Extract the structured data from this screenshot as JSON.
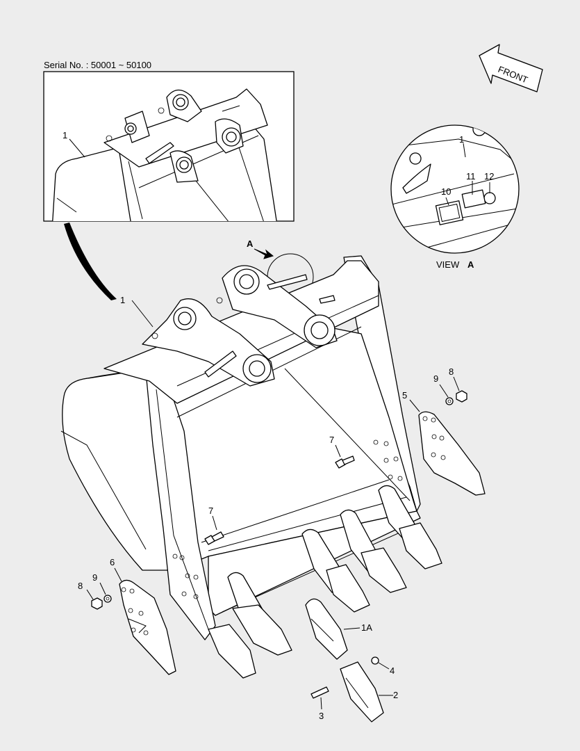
{
  "header": {
    "serial": "Serial No. : 50001 ~ 50100"
  },
  "front_label": "FRONT",
  "view": {
    "text": "VIEW",
    "letter": "A"
  },
  "arrow_a": "A",
  "callouts": {
    "inset_1": "1",
    "view_1": "1",
    "view_10": "10",
    "view_11": "11",
    "view_12": "12",
    "main_1": "1",
    "c5": "5",
    "c9r": "9",
    "c8r": "8",
    "c7a": "7",
    "c7b": "7",
    "c6": "6",
    "c9l": "9",
    "c8l": "8",
    "c1A": "1A",
    "c4": "4",
    "c2": "2",
    "c3": "3"
  }
}
